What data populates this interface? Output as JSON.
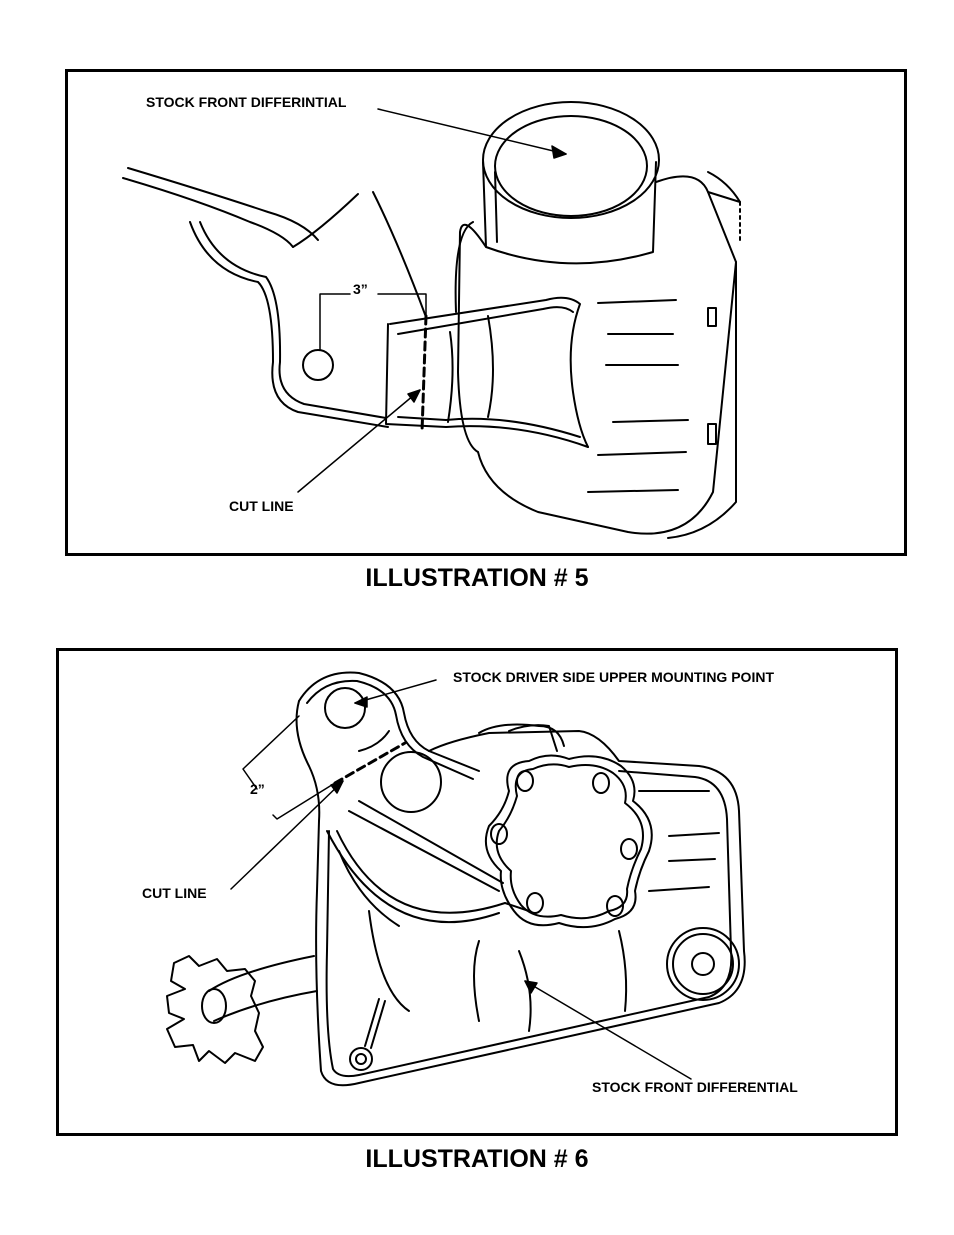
{
  "illustration5": {
    "caption": "ILLUSTRATION # 5",
    "labels": {
      "differential": "STOCK FRONT DIFFERINTIAL",
      "measure": "3”",
      "cut_line": "CUT LINE"
    }
  },
  "illustration6": {
    "caption": "ILLUSTRATION # 6",
    "labels": {
      "mount_point": "STOCK DRIVER SIDE UPPER MOUNTING POINT",
      "measure": "2”",
      "cut_line": "CUT LINE",
      "differential": "STOCK FRONT DIFFERENTIAL"
    }
  }
}
